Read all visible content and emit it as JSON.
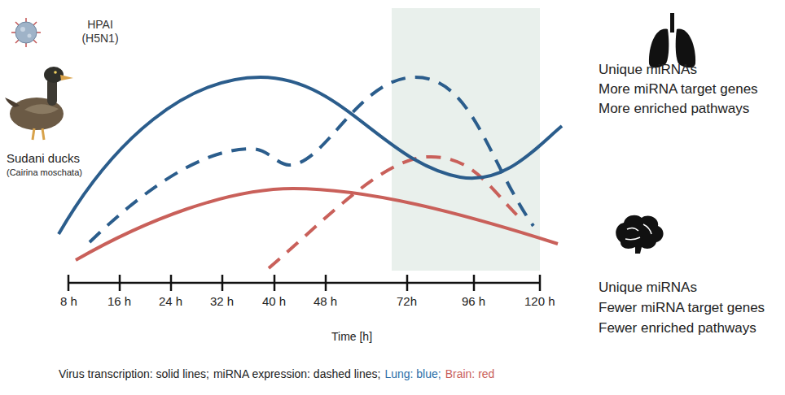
{
  "diagram": {
    "labels": [
      "HPAI (H5N1)",
      "Sudani ducks",
      "(Cairina moschata)",
      "Unique miRNAs",
      "More miRNA target genes",
      "More enriched pathways",
      "Unique miRNAs",
      "Fewer miRNA target genes",
      "Fewer enriched pathways",
      "8 h",
      "16 h",
      "24 h",
      "32 h",
      "40 h",
      "48 h",
      "72h",
      "96 h",
      "120 h",
      "Time [h]",
      "Virus transcription: solid lines;",
      "miRNA expression: dashed lines;",
      "Lung: blue;",
      "Brain: red"
    ]
  }
}
